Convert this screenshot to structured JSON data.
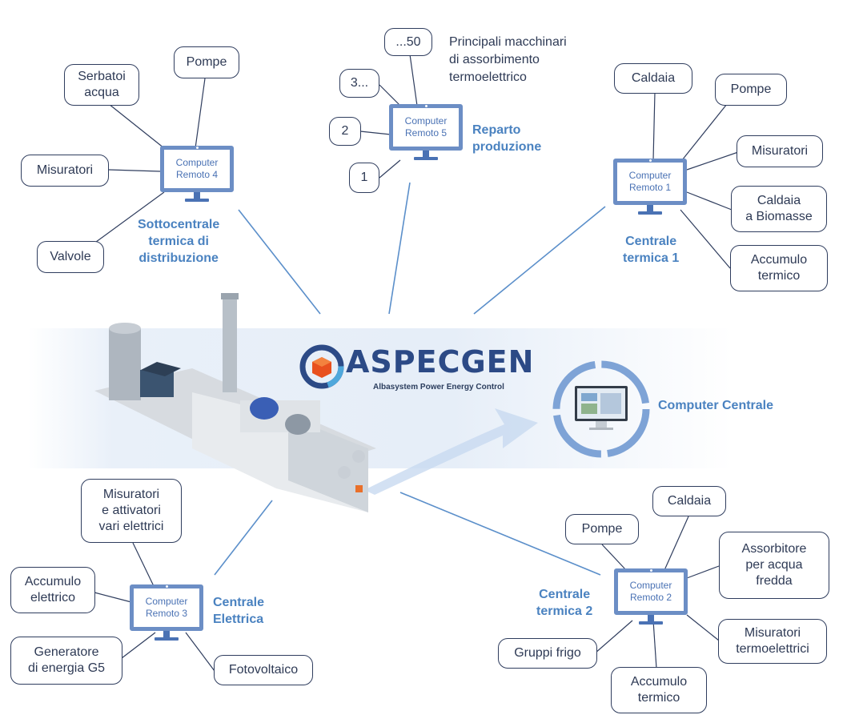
{
  "colors": {
    "accent": "#4a82c0",
    "box_border": "#2f3d5e",
    "monitor": "#6c8ec5",
    "text": "#2e3a55"
  },
  "logo": {
    "brand_text": "ASPECGEN",
    "tagline": "Albasystem Power Energy Control"
  },
  "central": {
    "label": "Computer Centrale"
  },
  "remote4": {
    "computer": "Computer\nRemoto 4",
    "label": "Sottocentrale\ntermica di\ndistribuzione",
    "items": [
      "Serbatoi\nacqua",
      "Pompe",
      "Misuratori",
      "Valvole"
    ]
  },
  "remote5": {
    "computer": "Computer\nRemoto 5",
    "label": "Reparto\nproduzione",
    "description": "Principali macchinari\ndi assorbimento\ntermoelettrico",
    "items": [
      "...50",
      "3...",
      "2",
      "1"
    ]
  },
  "remote1": {
    "computer": "Computer\nRemoto 1",
    "label": "Centrale\ntermica 1",
    "items": [
      "Caldaia",
      "Pompe",
      "Misuratori",
      "Caldaia\na Biomasse",
      "Accumulo\ntermico"
    ]
  },
  "remote3": {
    "computer": "Computer\nRemoto 3",
    "label": "Centrale\nElettrica",
    "items": [
      "Misuratori\ne attivatori\nvari elettrici",
      "Accumulo\nelettrico",
      "Generatore\ndi energia G5",
      "Fotovoltaico"
    ]
  },
  "remote2": {
    "computer": "Computer\nRemoto 2",
    "label": "Centrale\ntermica 2",
    "items": [
      "Caldaia",
      "Pompe",
      "Assorbitore\nper acqua\nfredda",
      "Misuratori\ntermoelettrici",
      "Gruppi frigo",
      "Accumulo\ntermico"
    ]
  }
}
